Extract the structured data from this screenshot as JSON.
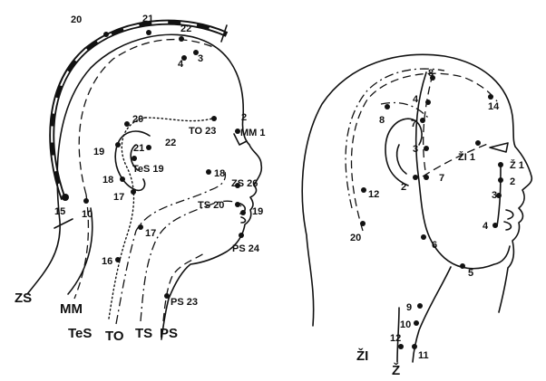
{
  "left": {
    "meridians": [
      "ZS",
      "MM",
      "TeS",
      "TO",
      "TS",
      "PS"
    ],
    "points": {
      "p20": "20",
      "p21": "21",
      "p22": "22",
      "p4": "4",
      "p3": "3",
      "p2": "2",
      "mm1": "MM 1",
      "to23": "TO 23",
      "ear20": "20",
      "ear19": "19",
      "ear21": "21",
      "ear22": "22",
      "tes19": "TeS 19",
      "p18a": "18",
      "p18b": "18",
      "p17a": "17",
      "p17b": "17",
      "zs26": "ZS 26",
      "ts20": "TS 20",
      "p19": "19",
      "ps24": "PS 24",
      "p15": "15",
      "p10": "10",
      "p16": "16",
      "ps23": "PS 23"
    }
  },
  "right": {
    "meridians": [
      "ŽI",
      "Ž"
    ],
    "points": {
      "p8a": "8",
      "p4": "4",
      "p14": "14",
      "p8b": "8",
      "p7a": "7",
      "p3": "3",
      "zi1": "ŽI 1",
      "z1": "Ž 1",
      "p2a": "2",
      "p2b": "2",
      "p7b": "7",
      "p12a": "12",
      "p3b": "3",
      "p4b": "4",
      "p20": "20",
      "p6": "6",
      "p5": "5",
      "p9": "9",
      "p10": "10",
      "p12b": "12",
      "p11": "11"
    }
  }
}
